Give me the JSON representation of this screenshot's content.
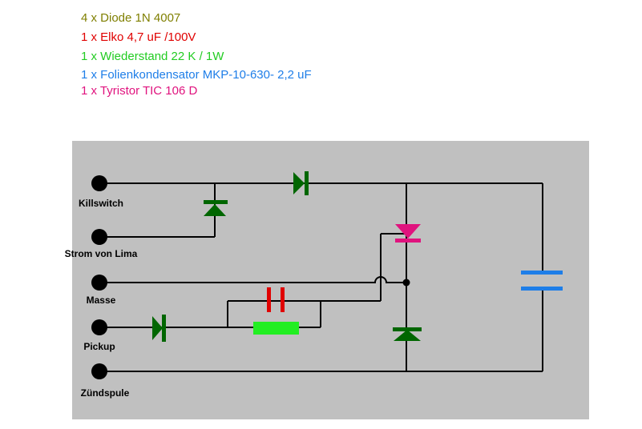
{
  "parts_list": [
    {
      "text": "4 x Diode 1N 4007",
      "color": "#7f7f00"
    },
    {
      "text": "1 x Elko 4,7 uF /100V",
      "color": "#e00000"
    },
    {
      "text": "1 x Wiederstand 22 K / 1W",
      "color": "#22cc22"
    },
    {
      "text": "1 x Folienkondensator MKP-10-630- 2,2 uF",
      "color": "#1e7ee8"
    },
    {
      "text": "1 x Tyristor TIC 106 D",
      "color": "#e0137e"
    }
  ],
  "terminals": [
    "Killswitch",
    "Strom von Lima",
    "Masse",
    "Pickup",
    "Zündspule"
  ],
  "colors": {
    "panel": "#c0c0c0",
    "wire": "#000000",
    "diode": "#006600",
    "elko": "#e00000",
    "resistor": "#22ee22",
    "film_capacitor": "#1e7ee8",
    "thyristor": "#e0137e"
  }
}
